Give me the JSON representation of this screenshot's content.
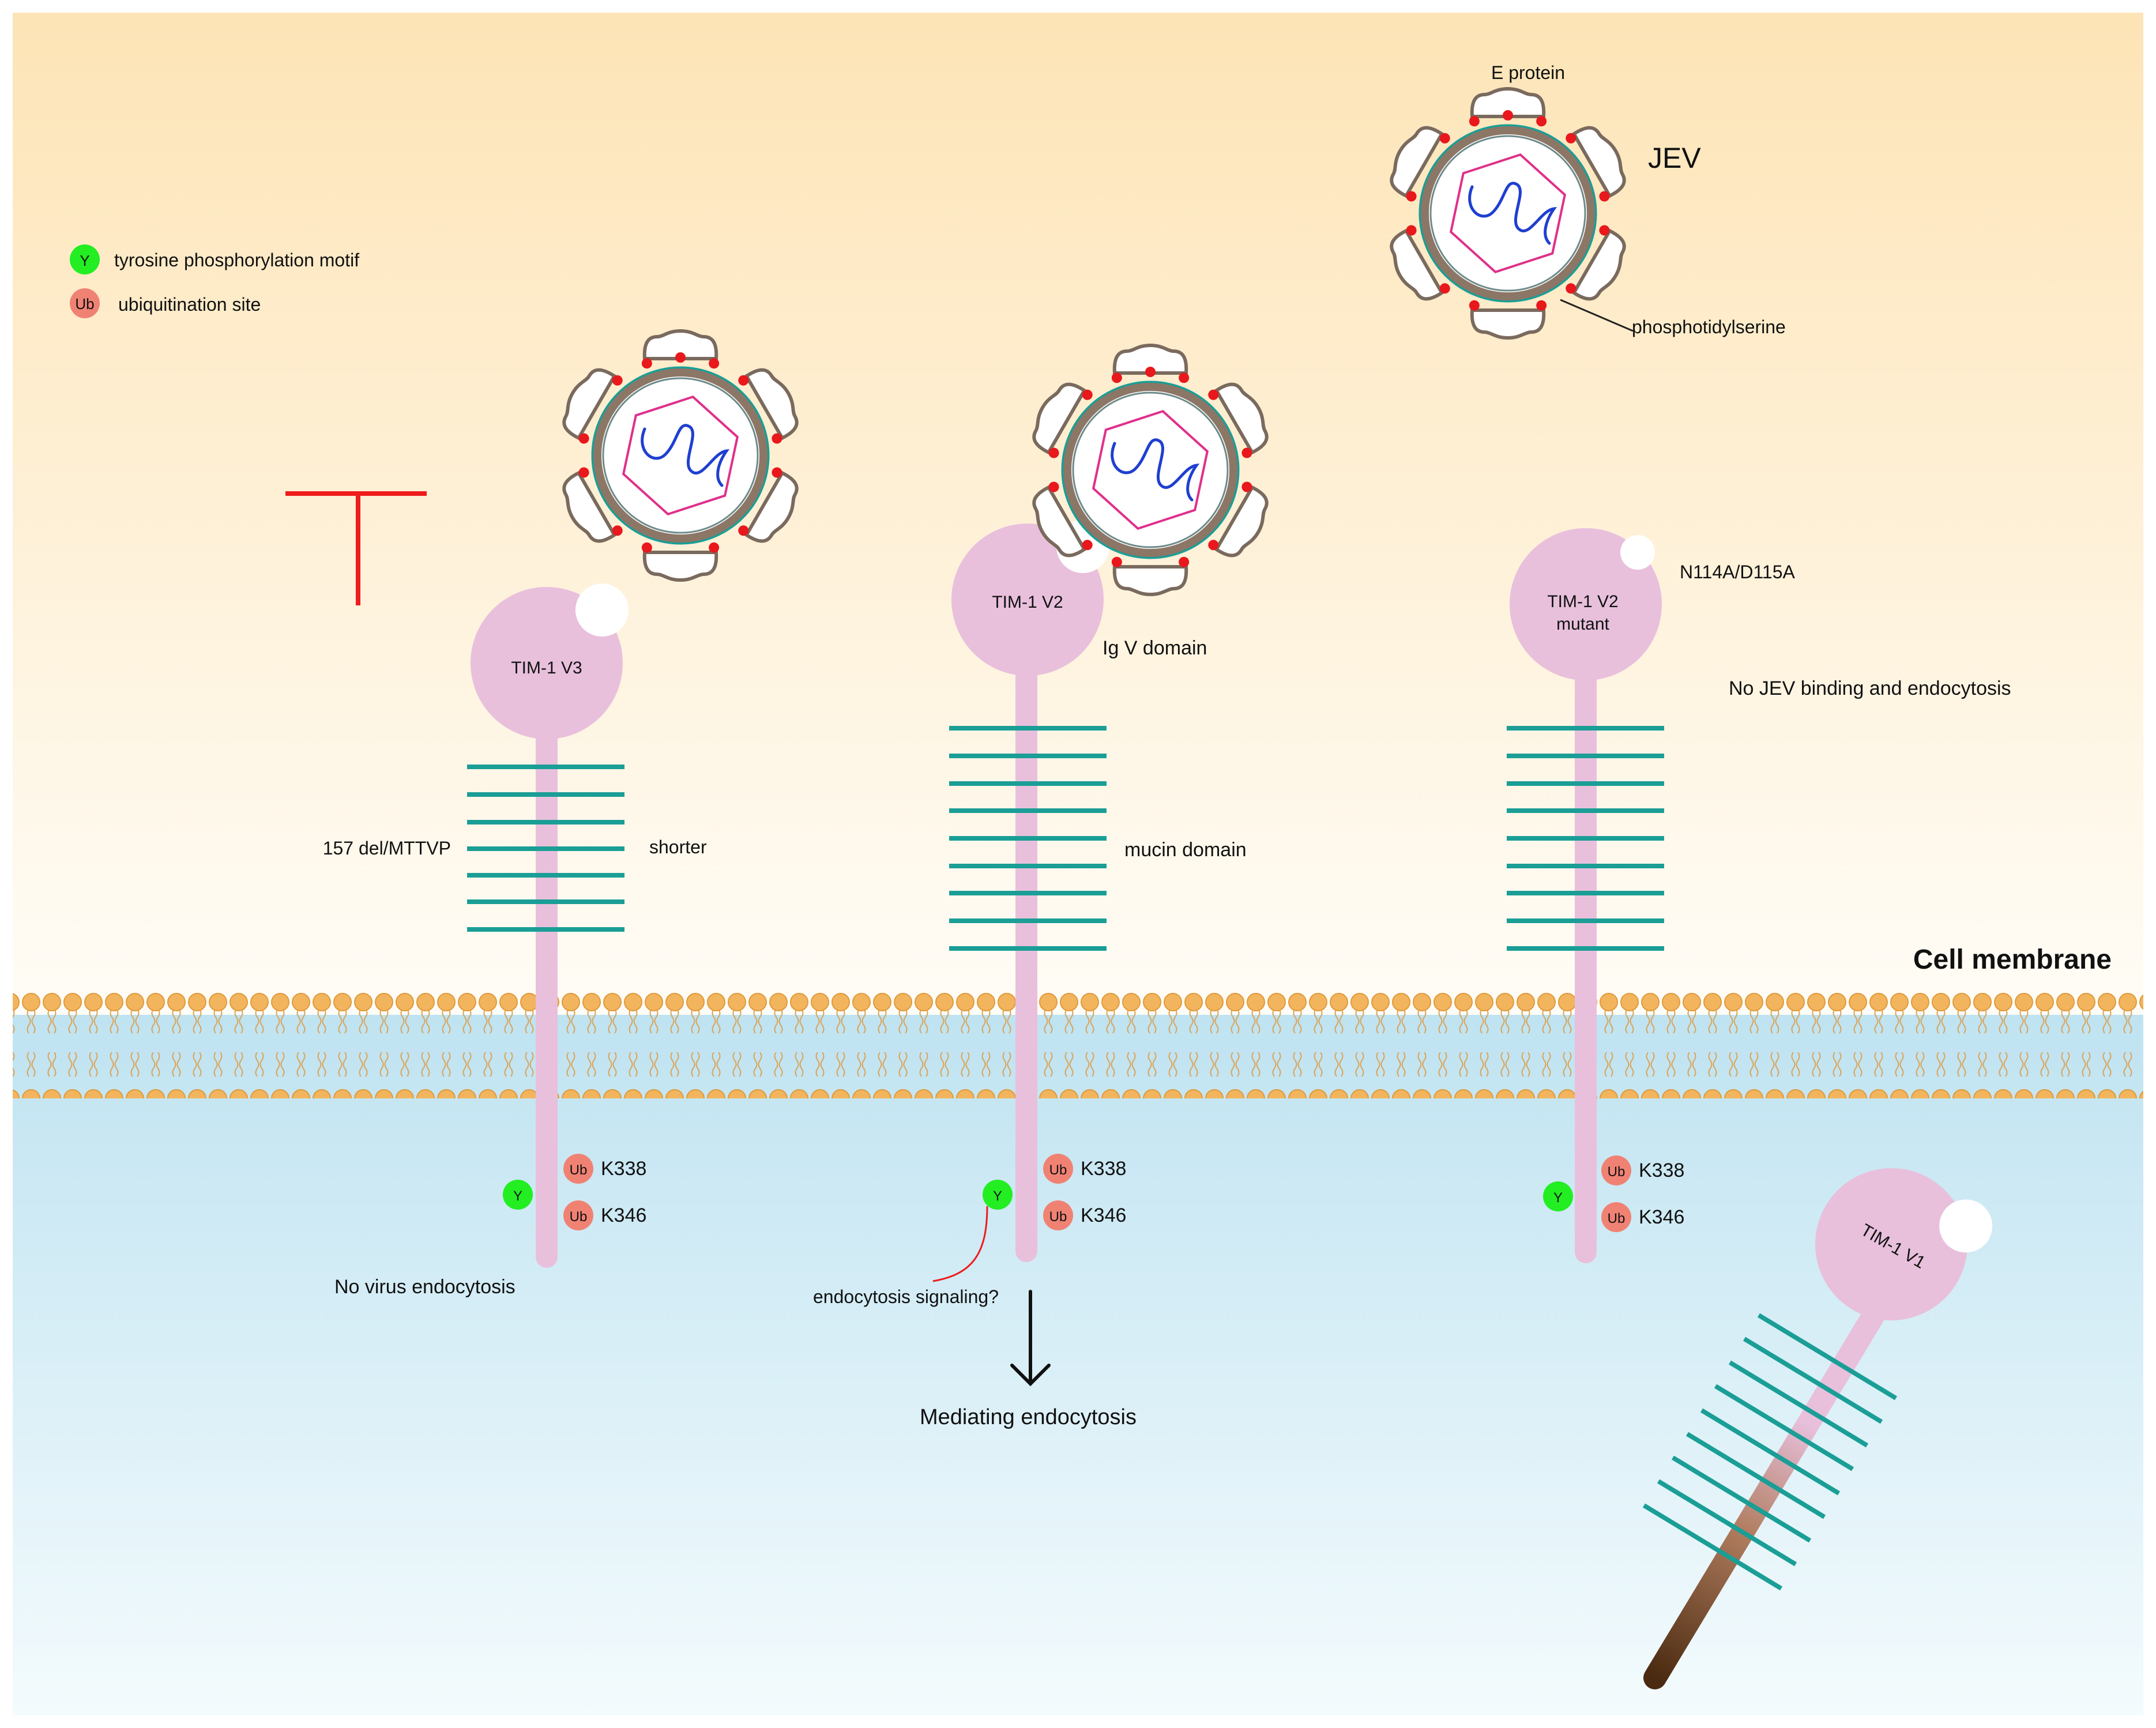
{
  "legend": {
    "y_label": "Y",
    "ub_label": "Ub",
    "phospho_text": "tyrosine phosphorylation motif",
    "ubiq_text": "ubiquitination site"
  },
  "jev_label": "JEV",
  "e_protein_label": "E protein",
  "phosphatidylserine_label": "phosphotidylserine",
  "membrane_label": "Cell membrane",
  "v3": {
    "name": "TIM-1 V3",
    "deletion_label": "157 del/MTTVP",
    "shorter_label": "shorter",
    "k338": "K338",
    "k346": "K346",
    "outcome": "No virus endocytosis"
  },
  "v2": {
    "name": "TIM-1 V2",
    "igv_label": "Ig V domain",
    "mucin_label": "mucin domain",
    "k338": "K338",
    "k346": "K346",
    "signal_label": "endocytosis signaling?",
    "outcome": "Mediating endocytosis"
  },
  "mutant": {
    "name_line1": "TIM-1 V2",
    "name_line2": "mutant",
    "mutation_label": "N114A/D115A",
    "outcome": "No JEV binding and endocytosis",
    "k338": "K338",
    "k346": "K346"
  },
  "v1": {
    "name": "TIM-1 V1"
  },
  "colors": {
    "receptor": "#e8c0dc",
    "mucin": "#1a9e96",
    "lipid_head": "#f2b55e",
    "virus_shell": "#8c7666",
    "ps_dot": "#e8181c",
    "capsid": "#e0308a",
    "rna": "#1f3fd0",
    "phospho": "#22ee22",
    "ubiq": "#f08274",
    "inhibit": "#ee1c1c"
  }
}
